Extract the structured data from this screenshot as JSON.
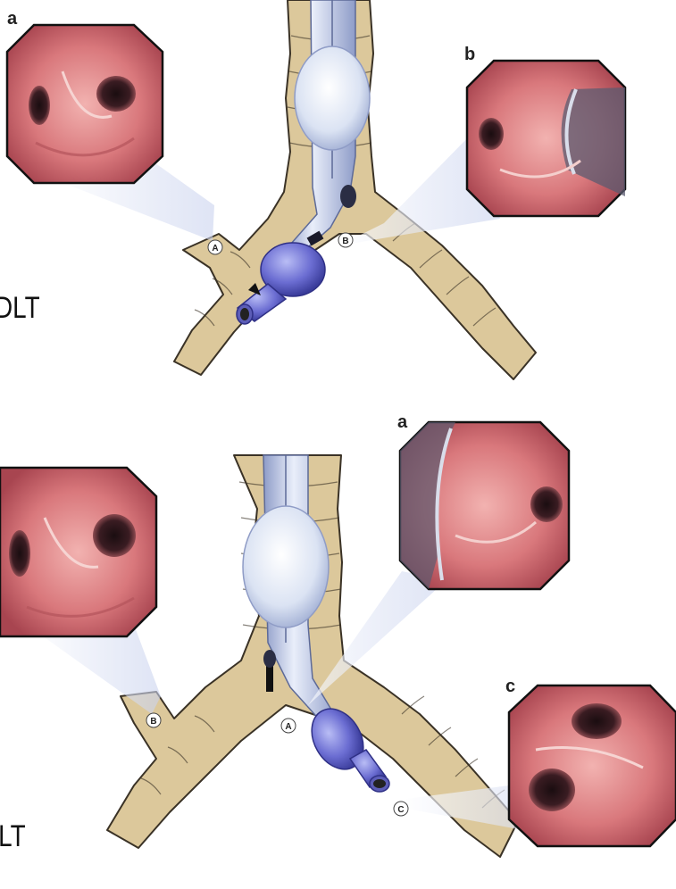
{
  "top_figure": {
    "label": "DLT",
    "insets": {
      "a": "a",
      "b": "b"
    },
    "markers": {
      "A": "A",
      "B": "B"
    }
  },
  "bottom_figure": {
    "label": "DLT",
    "insets": {
      "a": "a",
      "c": "c"
    },
    "markers": {
      "A": "A",
      "B": "B",
      "C": "C"
    }
  },
  "colors": {
    "airway": "#dcc89b",
    "airway_outline": "#3a3226",
    "tube": "#c8d0e8",
    "cuff_clear": "#dfe6f4",
    "bronchial_cuff": "#6d6ecf",
    "tissue": "#d97c80"
  }
}
